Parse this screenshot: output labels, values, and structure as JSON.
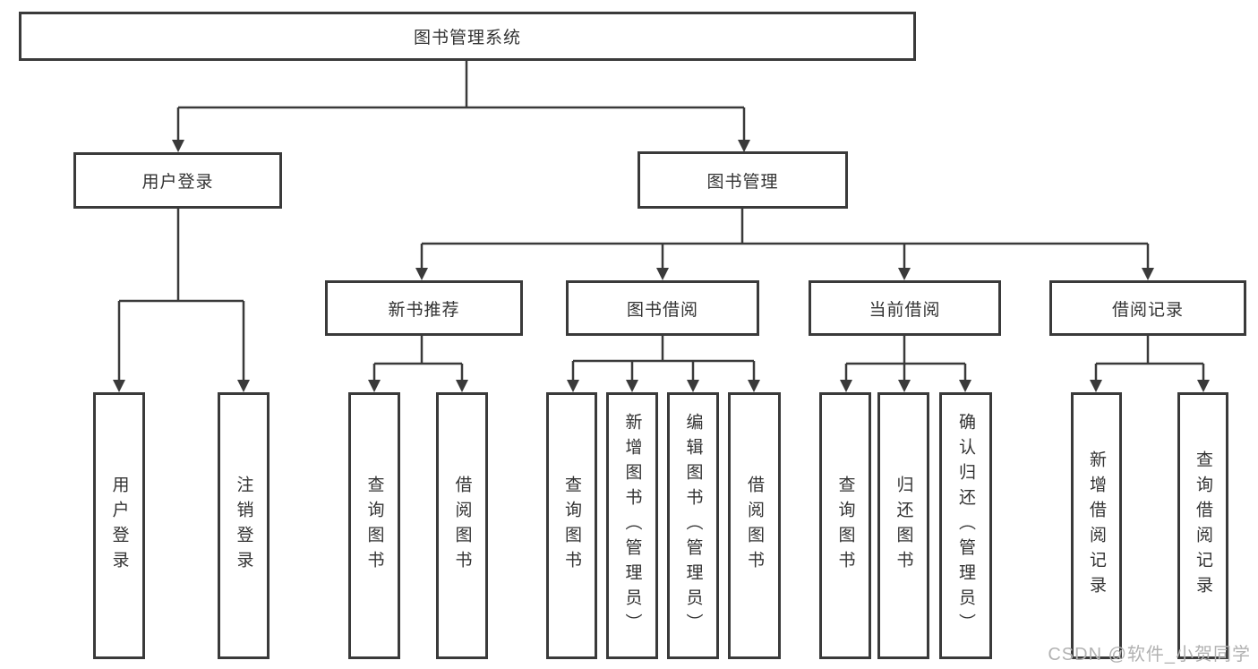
{
  "root": {
    "label": "图书管理系统"
  },
  "branches": {
    "user": {
      "label": "用户登录",
      "leaves": [
        {
          "label": "用户登录"
        },
        {
          "label": "注销登录"
        }
      ]
    },
    "mgmt": {
      "label": "图书管理",
      "groups": [
        {
          "label": "新书推荐",
          "leaves": [
            {
              "label": "查询图书"
            },
            {
              "label": "借阅图书"
            }
          ]
        },
        {
          "label": "图书借阅",
          "leaves": [
            {
              "label": "查询图书"
            },
            {
              "label": "新增图书（管理员）"
            },
            {
              "label": "编辑图书（管理员）"
            },
            {
              "label": "借阅图书"
            }
          ]
        },
        {
          "label": "当前借阅",
          "leaves": [
            {
              "label": "查询图书"
            },
            {
              "label": "归还图书"
            },
            {
              "label": "确认归还（管理员）"
            }
          ]
        },
        {
          "label": "借阅记录",
          "leaves": [
            {
              "label": "新增借阅记录"
            },
            {
              "label": "查询借阅记录"
            }
          ]
        }
      ]
    }
  },
  "watermark": "CSDN @软件_小贺同学",
  "colors": {
    "line": "#3a3a3a",
    "text": "#333333",
    "watermark": "#b2b2b2",
    "background": "#ffffff"
  }
}
